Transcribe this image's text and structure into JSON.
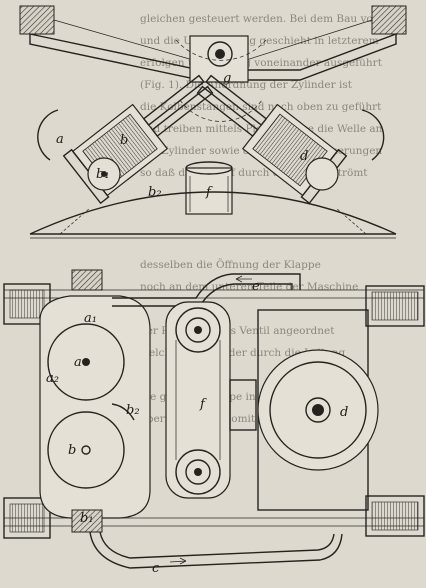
{
  "labels": {
    "a": "a",
    "a1": "a₁",
    "a2": "a₂",
    "b": "b",
    "b1": "b₁",
    "b2": "b₂",
    "d": "d",
    "e": "e",
    "f": "f",
    "g": "g",
    "c": "c"
  },
  "bleed_text": [
    "gleichen gesteuert werden. Bei dem Bau von",
    "und die Umsteuerung geschieht in letzterem",
    "erfolgen unabhängig voneinander ausgeführt",
    "(Fig. 1). Die Anordnung der Zylinder ist",
    "die Kolbenstangen sind nach oben zu geführt",
    "und treiben mittels Pleuelstange die Welle an",
    "der Zylinder sowie die Lage der Steuerungen",
    "so daß der Dampf durch die Kanäle strömt",
    "desselben die Öffnung der Klappe",
    "noch an dem unteren Teile der Maschine",
    "der Pumpe ist das Ventil angeordnet",
    "welche der Zylinder durch die Leitung",
    "die größere Pumpe in Einschaltung",
    "übernimmt und somit die Förderung"
  ]
}
